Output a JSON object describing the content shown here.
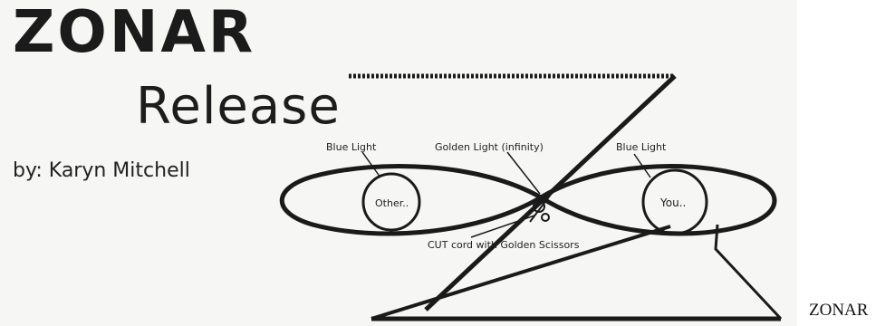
{
  "document": {
    "title": "ZONAR",
    "subtitle": "Release",
    "byline": "by: Karyn Mitchell",
    "caption": "ZONAR"
  },
  "diagram": {
    "label_blue_light_left": "Blue Light",
    "label_golden_light": "Golden Light (infinity)",
    "label_blue_light_right": "Blue Light",
    "label_other": "Other..",
    "label_you": "You..",
    "label_cut_cord": "CUT cord with Golden Scissors"
  }
}
